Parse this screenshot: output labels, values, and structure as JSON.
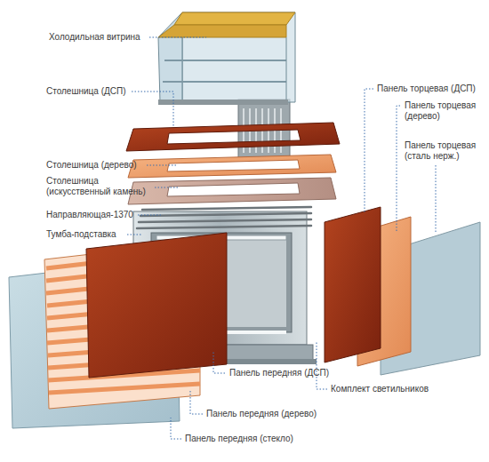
{
  "diagram": {
    "labels": [
      "Холодильная витрина",
      "Столешница (ДСП)",
      "Столешница (дерево)",
      "Столешница (искусственный камень)",
      "Направляющая-1370",
      "Тумба-подставка",
      "Панель торцевая (ДСП)",
      "Панель торцевая (дерево)",
      "Панель торцевая (сталь нерж.)",
      "Панель передняя (ДСП)",
      "Комплект светильников",
      "Панель передняя (дерево)",
      "Панель передняя (стекло)"
    ]
  }
}
